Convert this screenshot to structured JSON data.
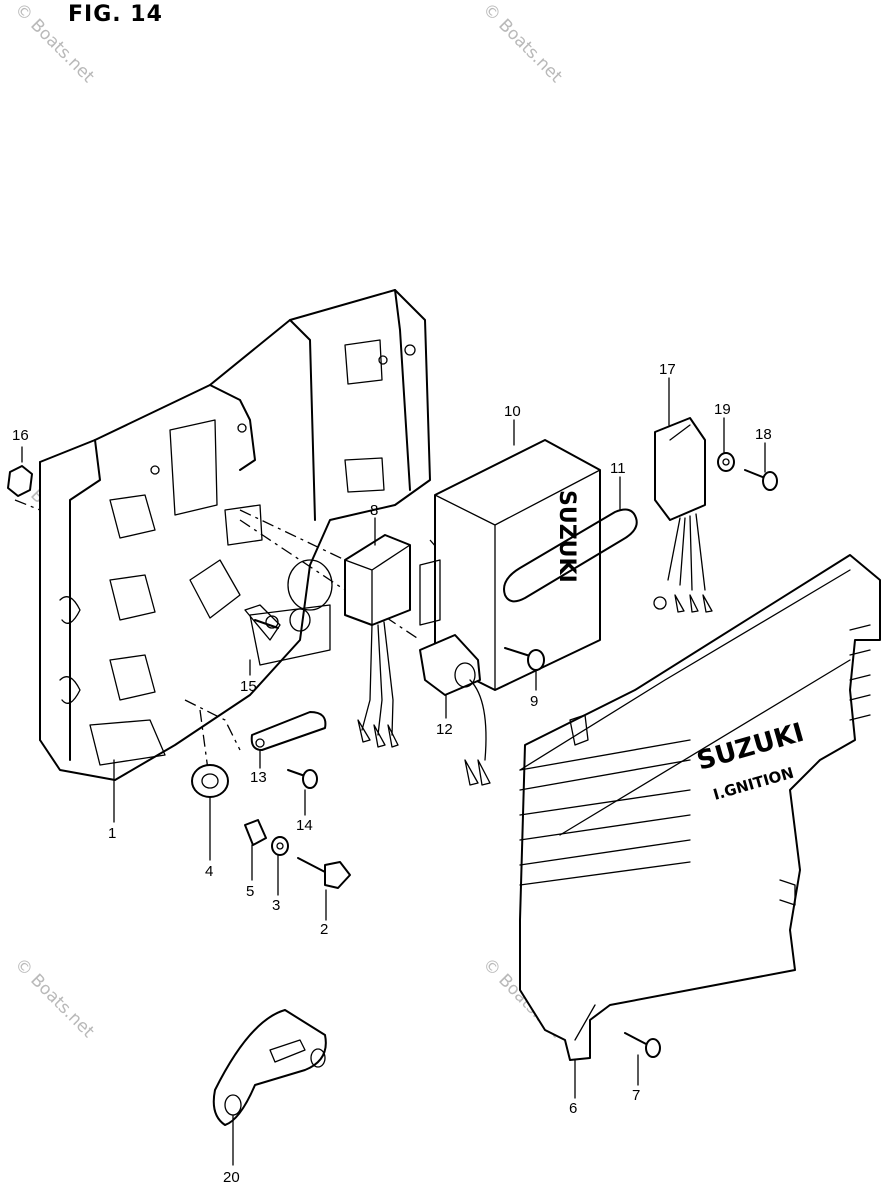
{
  "figure": {
    "title": "FIG. 14"
  },
  "watermark": {
    "text": "© Boats.net"
  },
  "housing_labels": {
    "suzuki_vertical": "SUZUKI",
    "cover_brand": "SUZUKI",
    "cover_model": "I.GNITION"
  },
  "callouts": [
    {
      "id": "1",
      "label": "1"
    },
    {
      "id": "2",
      "label": "2"
    },
    {
      "id": "3",
      "label": "3"
    },
    {
      "id": "4",
      "label": "4"
    },
    {
      "id": "5",
      "label": "5"
    },
    {
      "id": "6",
      "label": "6"
    },
    {
      "id": "7",
      "label": "7"
    },
    {
      "id": "8",
      "label": "8"
    },
    {
      "id": "9",
      "label": "9"
    },
    {
      "id": "10",
      "label": "10"
    },
    {
      "id": "11",
      "label": "11"
    },
    {
      "id": "12",
      "label": "12"
    },
    {
      "id": "13",
      "label": "13"
    },
    {
      "id": "14",
      "label": "14"
    },
    {
      "id": "15",
      "label": "15"
    },
    {
      "id": "16",
      "label": "16"
    },
    {
      "id": "17",
      "label": "17"
    },
    {
      "id": "18",
      "label": "18"
    },
    {
      "id": "19",
      "label": "19"
    },
    {
      "id": "20",
      "label": "20"
    }
  ]
}
